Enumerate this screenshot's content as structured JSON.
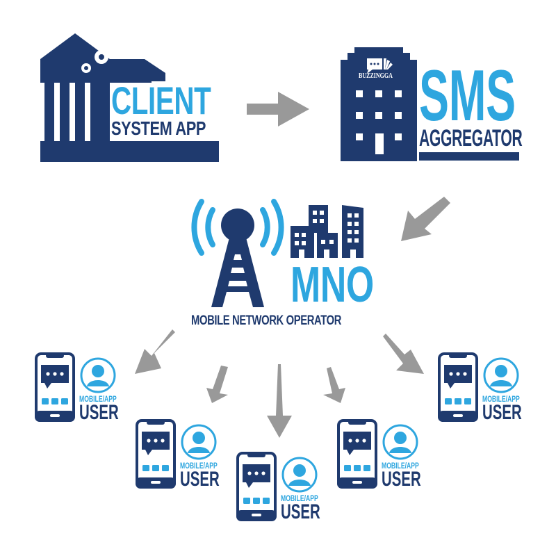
{
  "client": {
    "title": "CLIENT",
    "subtitle": "SYSTEM APP",
    "icon": "bank-with-gears-icon"
  },
  "aggregator": {
    "brand": "BUZZINGGA",
    "title": "SMS",
    "subtitle": "AGGREGATOR",
    "icon": "office-building-icon"
  },
  "mno": {
    "title": "MNO",
    "subtitle": "MOBILE NETWORK OPERATOR",
    "icons": [
      "cell-tower-icon",
      "city-buildings-icon"
    ]
  },
  "users": [
    {
      "line1": "MOBILE/APP",
      "line2": "USER"
    },
    {
      "line1": "MOBILE/APP",
      "line2": "USER"
    },
    {
      "line1": "MOBILE/APP",
      "line2": "USER"
    },
    {
      "line1": "MOBILE/APP",
      "line2": "USER"
    },
    {
      "line1": "MOBILE/APP",
      "line2": "USER"
    }
  ],
  "flow": [
    "client",
    "aggregator",
    "mno",
    "users"
  ],
  "colors": {
    "primary": "#1f3a6e",
    "accent": "#2ea6df",
    "arrow": "#999999"
  }
}
